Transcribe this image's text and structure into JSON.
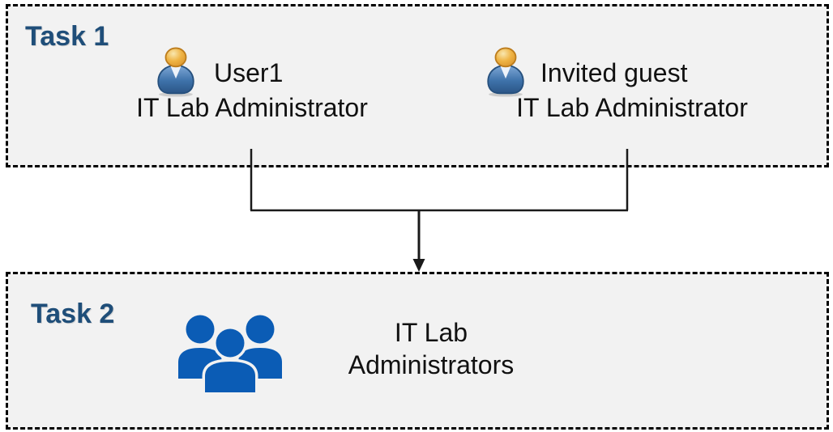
{
  "task1": {
    "label": "Task 1",
    "members": [
      {
        "name": "User1",
        "role": "IT Lab Administrator"
      },
      {
        "name": "Invited guest",
        "role": "IT Lab Administrator"
      }
    ]
  },
  "task2": {
    "label": "Task 2",
    "group_name": "IT Lab Administrators"
  },
  "icons": {
    "member_icon": "person-icon",
    "group_icon": "people-group-icon",
    "connector": "merge-arrow-down"
  },
  "colors": {
    "task_label_blue": "#1F4E79",
    "box_background": "#F2F2F2",
    "border_black": "#000000",
    "text_black": "#111111",
    "group_icon_blue": "#0B5CB5",
    "person_head_gold": "#ECAC3C",
    "person_body_blue": "#3A6EA5"
  }
}
